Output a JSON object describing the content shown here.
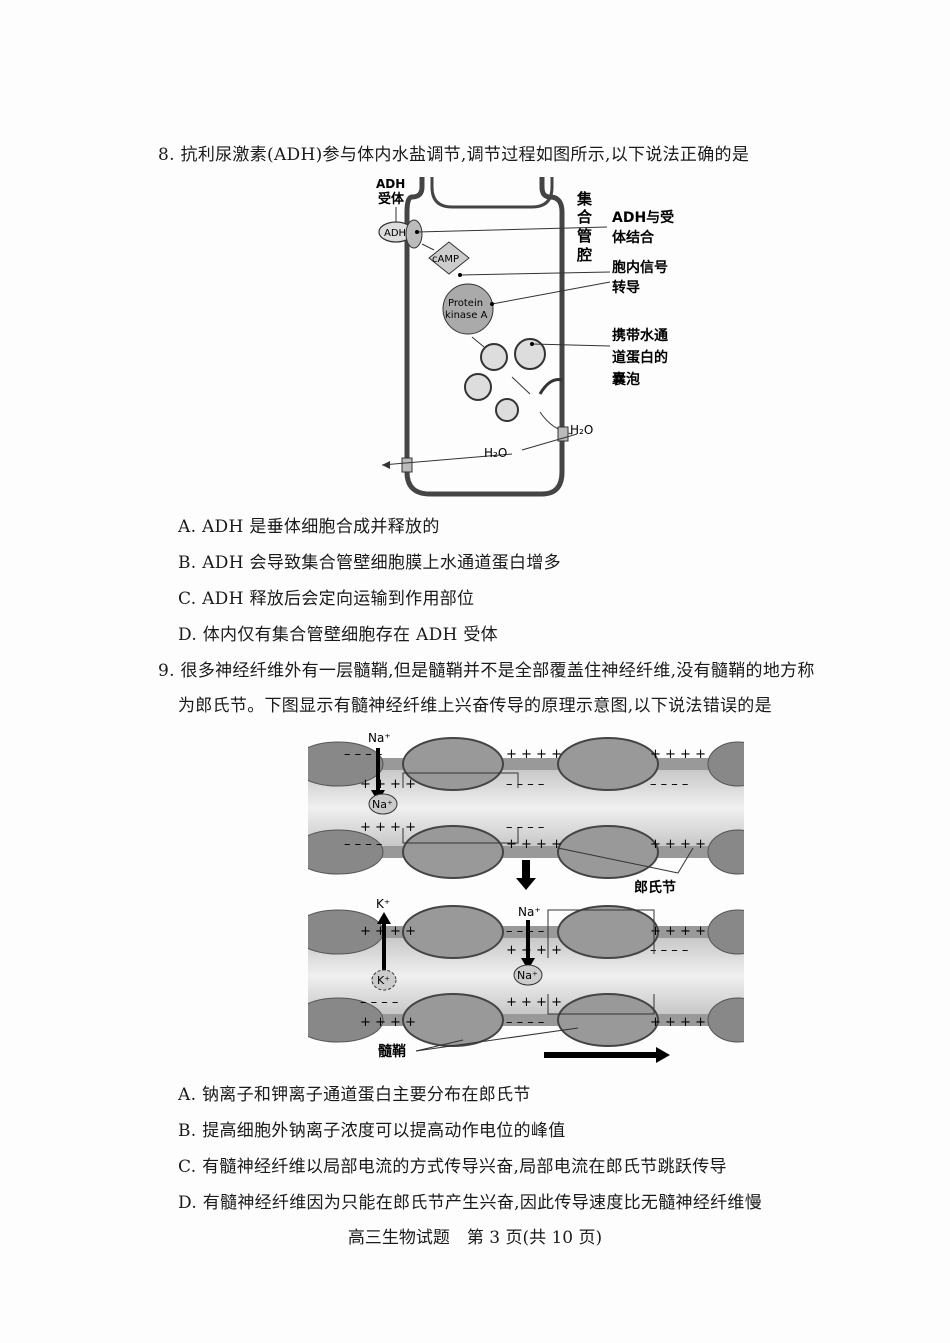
{
  "q8": {
    "stem": "8. 抗利尿激素(ADH)参与体内水盐调节,调节过程如图所示,以下说法正确的是",
    "figure": {
      "adh_receptor": [
        "ADH",
        "受体"
      ],
      "adh": "ADH",
      "lumen": [
        "集",
        "合",
        "管",
        "腔"
      ],
      "binding": [
        "ADH与受",
        "体结合"
      ],
      "camp": "cAMP",
      "signal": [
        "胞内信号",
        "转导"
      ],
      "pka": [
        "Protein",
        "kinase A"
      ],
      "vesicle": [
        "携带水通",
        "道蛋白的",
        "囊泡"
      ],
      "h2o_a": "H₂O",
      "h2o_b": "H₂O"
    },
    "options": [
      "A. ADH 是垂体细胞合成并释放的",
      "B. ADH 会导致集合管壁细胞膜上水通道蛋白增多",
      "C. ADH 释放后会定向运输到作用部位",
      "D. 体内仅有集合管壁细胞存在 ADH 受体"
    ]
  },
  "q9": {
    "stem_line1": "9. 很多神经纤维外有一层髓鞘,但是髓鞘并不是全部覆盖住神经纤维,没有髓鞘的地方称",
    "stem_line2": "为郎氏节。下图显示有髓神经纤维上兴奋传导的原理示意图,以下说法错误的是",
    "figure": {
      "na_out_top": "Na⁺",
      "na_in_top": "Na⁺",
      "node_label": "郎氏节",
      "k_out": "K⁺",
      "k_in": "K⁺",
      "na_out_bottom": "Na⁺",
      "na_in_bottom": "Na⁺",
      "myelin_label": "髓鞘",
      "plus4": "+ + + +",
      "minus4": "– – – –"
    },
    "options": [
      "A. 钠离子和钾离子通道蛋白主要分布在郎氏节",
      "B. 提高细胞外钠离子浓度可以提高动作电位的峰值",
      "C. 有髓神经纤维以局部电流的方式传导兴奋,局部电流在郎氏节跳跃传导",
      "D. 有髓神经纤维因为只能在郎氏节产生兴奋,因此传导速度比无髓神经纤维慢"
    ]
  },
  "footer": "高三生物试题　第 3 页(共 10 页)"
}
